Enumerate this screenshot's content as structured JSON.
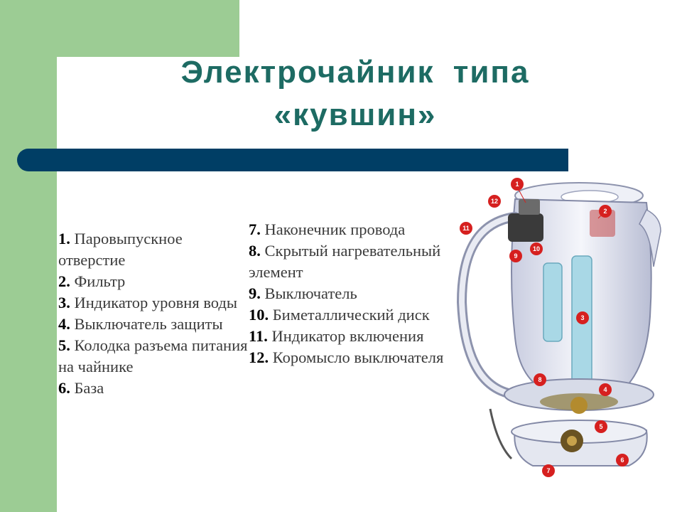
{
  "slide": {
    "title_line1": "Электрочайник  типа",
    "title_line2": "«кувшин»",
    "colors": {
      "title": "#1d6b63",
      "accent_green": "#9ccc94",
      "rule": "#003e65",
      "callout": "#d6201f"
    }
  },
  "legend": {
    "left": [
      {
        "num": "1.",
        "text": " Паровыпускное отверстие"
      },
      {
        "num": "2.",
        "text": " Фильтр"
      },
      {
        "num": "3.",
        "text": " Индикатор уровня воды"
      },
      {
        "num": "4.",
        "text": " Выключатель защиты"
      },
      {
        "num": "5.",
        "text": " Колодка разъема питания на чайнике"
      },
      {
        "num": "6.",
        "text": " База"
      }
    ],
    "right": [
      {
        "num": "7.",
        "text": " Наконечник провода"
      },
      {
        "num": "8.",
        "text": " Скрытый нагревательный элемент"
      },
      {
        "num": "9.",
        "text": " Выключатель"
      },
      {
        "num": "10.",
        "text": " Биметаллический диск"
      },
      {
        "num": "11.",
        "text": " Индикатор включения"
      },
      {
        "num": "12.",
        "text": " Коромысло выключателя"
      }
    ]
  },
  "diagram": {
    "callouts": [
      "1",
      "2",
      "3",
      "4",
      "5",
      "6",
      "7",
      "8",
      "9",
      "10",
      "11",
      "12"
    ]
  }
}
